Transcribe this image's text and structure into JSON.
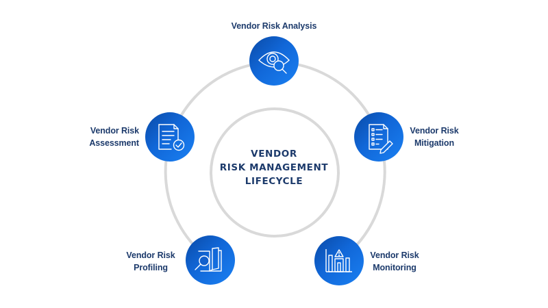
{
  "diagram": {
    "type": "cycle",
    "title_lines": [
      "VENDOR",
      "RISK MANAGEMENT",
      "LIFECYCLE"
    ],
    "colors": {
      "text": "#1c3a6b",
      "ring": "#d9d9d9",
      "node_dark": "#0a4aa6",
      "node_light": "#1a80f2",
      "icon_stroke": "#ffffff"
    },
    "stages": [
      {
        "id": "analysis",
        "lines": [
          "Vendor Risk Analysis"
        ],
        "icon": "eye-search-icon"
      },
      {
        "id": "mitigation",
        "lines": [
          "Vendor Risk",
          "Mitigation"
        ],
        "icon": "checklist-pencil-icon"
      },
      {
        "id": "monitoring",
        "lines": [
          "Vendor Risk",
          "Monitoring"
        ],
        "icon": "bar-chart-warning-icon"
      },
      {
        "id": "profiling",
        "lines": [
          "Vendor Risk",
          "Profiling"
        ],
        "icon": "book-magnifier-icon"
      },
      {
        "id": "assessment",
        "lines": [
          "Vendor Risk",
          "Assessment"
        ],
        "icon": "document-check-icon"
      }
    ]
  }
}
